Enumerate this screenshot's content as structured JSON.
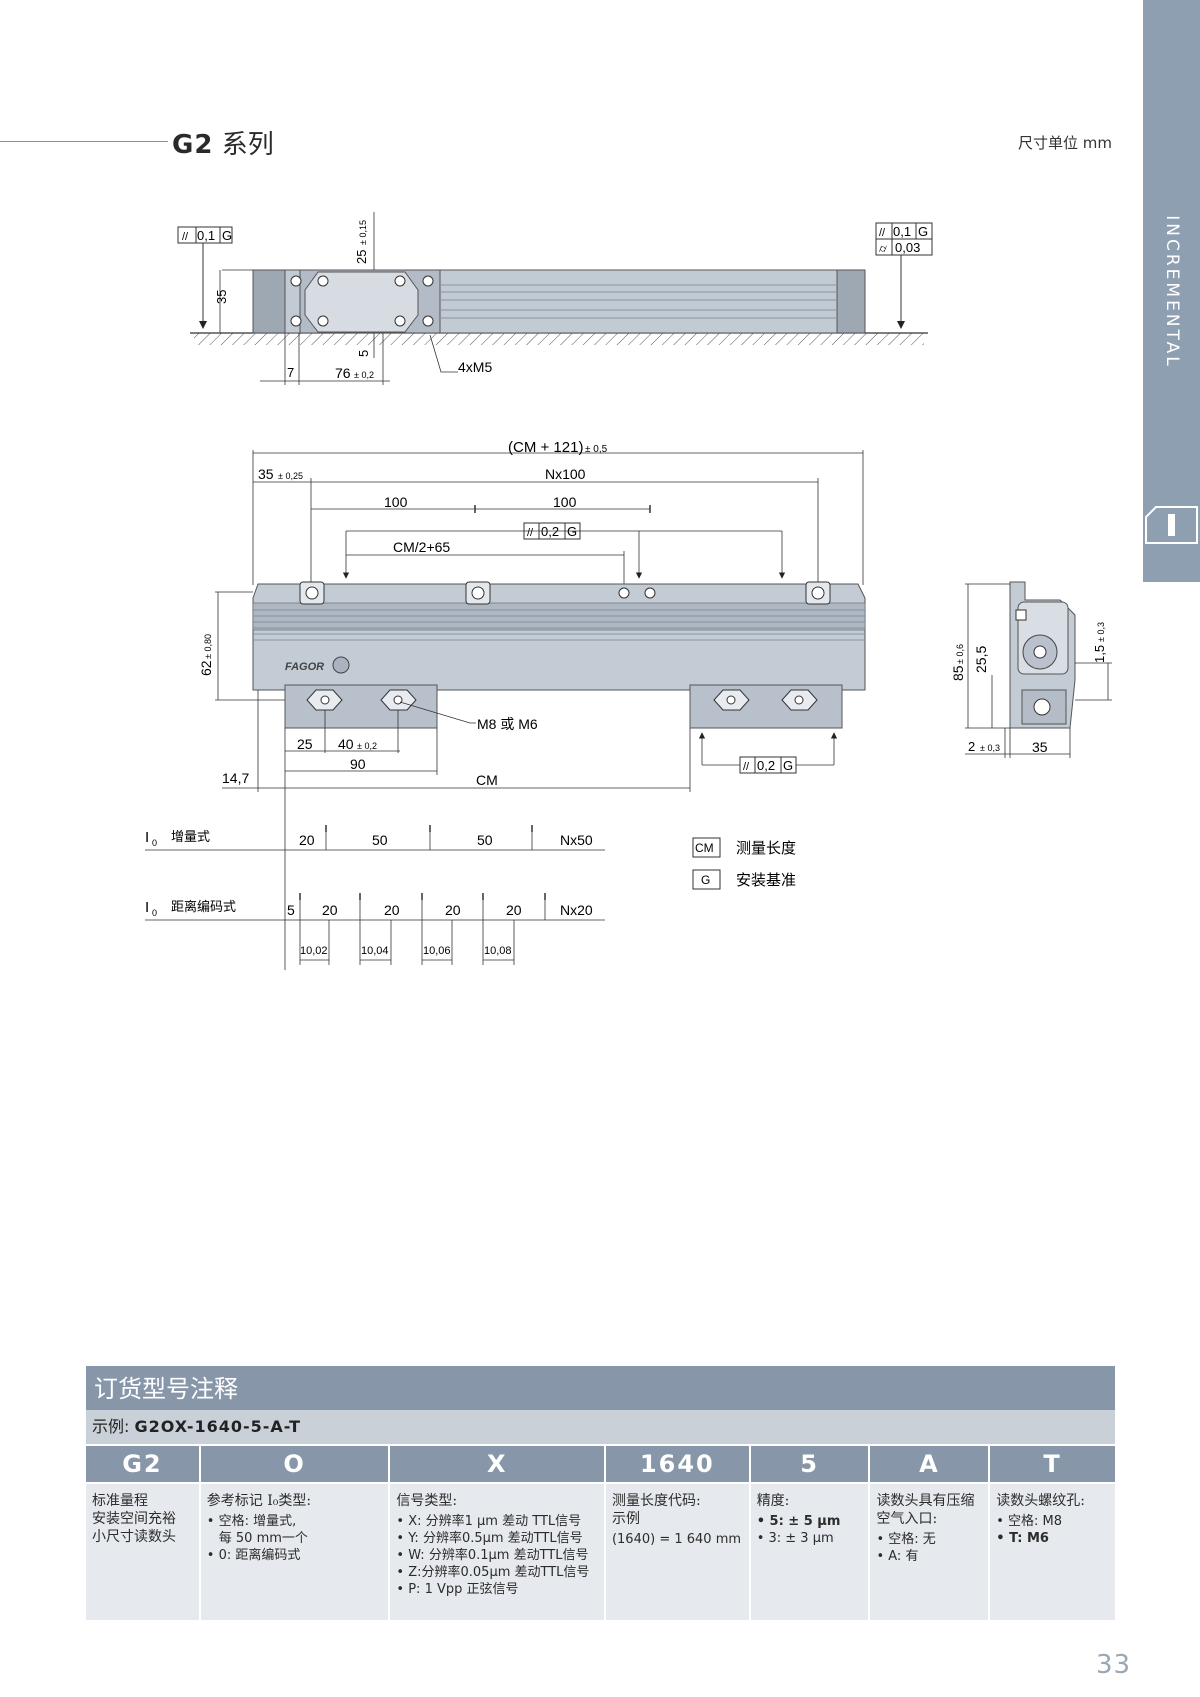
{
  "header": {
    "series_prefix": "G2",
    "series_suffix": "系列",
    "unit": "尺寸单位 mm"
  },
  "side_tab": {
    "label": "INCREMENTAL",
    "letter": "I",
    "color": "#8d9fb1"
  },
  "top_view": {
    "tol_left_1": "0,1",
    "tol_left_ref": "G",
    "tol_right_1": "0,1",
    "tol_right_ref": "G",
    "tol_right_2": "0,03",
    "dim_height": "35",
    "dim_25": "25",
    "dim_25_tol": "± 0,15",
    "dim_5": "5",
    "dim_7": "7",
    "dim_76": "76",
    "dim_76_tol": "± 0,2",
    "label_screws": "4xM5"
  },
  "front_view": {
    "dim_total": "(CM + 121)",
    "dim_total_tol": "± 0,5",
    "dim_35": "35",
    "dim_35_tol": "± 0,25",
    "dim_nx100": "Nx100",
    "dim_100a": "100",
    "dim_100b": "100",
    "tol_mid_val": "0,2",
    "tol_mid_ref": "G",
    "dim_cm2": "CM/2+65",
    "dim_62": "62",
    "dim_62_tol": "± 0,80",
    "brand": "FAGOR",
    "label_m8": "M8 或 M6",
    "dim_25b": "25",
    "dim_40": "40",
    "dim_40_tol": "± 0,2",
    "dim_90": "90",
    "dim_147": "14,7",
    "dim_cm": "CM",
    "tol_bottom_val": "0,2",
    "tol_bottom_ref": "G"
  },
  "side_view": {
    "dim_85": "85",
    "dim_85_tol": "± 0,6",
    "dim_255": "25,5",
    "dim_15": "1,5",
    "dim_15_tol": "± 0,3",
    "dim_2": "2",
    "dim_2_tol": "± 0,3",
    "dim_35": "35"
  },
  "ref_marks": {
    "incremental_label": "I",
    "incremental_sub": "0",
    "incremental_name": "增量式",
    "inc_values": [
      "20",
      "50",
      "50",
      "Nx50"
    ],
    "coded_label": "I",
    "coded_sub": "0",
    "coded_name": "距离编码式",
    "coded_values": [
      "5",
      "20",
      "20",
      "20",
      "20",
      "Nx20"
    ],
    "coded_sub_values": [
      "10,02",
      "10,04",
      "10,06",
      "10,08"
    ]
  },
  "legend": [
    {
      "code": "CM",
      "text": "测量长度"
    },
    {
      "code": "G",
      "text": "安装基准"
    }
  ],
  "order": {
    "title": "订货型号注释",
    "example_prefix": "示例:",
    "example_code": "G2OX-1640-5-A-T",
    "codes": [
      "G2",
      "O",
      "X",
      "1640",
      "5",
      "A",
      "T"
    ],
    "col_g2": {
      "lines": [
        "标准量程",
        "安装空间充裕",
        "小尺寸读数头"
      ]
    },
    "col_o": {
      "title": "参考标记 I₀类型:",
      "items": [
        "空格: 增量式,",
        "0: 距离编码式"
      ],
      "indent": "每 50 mm一个"
    },
    "col_x": {
      "title": "信号类型:",
      "items": [
        "X: 分辨率1 µm 差动 TTL信号",
        "Y: 分辨率0.5µm 差动TTL信号",
        "W: 分辨率0.1µm 差动TTL信号",
        "Z:分辨率0.05µm 差动TTL信号",
        "P: 1 Vpp 正弦信号"
      ]
    },
    "col_1640": {
      "title": "测量长度代码:",
      "line1": "示例",
      "line2": "(1640) = 1 640 mm"
    },
    "col_5": {
      "title": "精度:",
      "items": [
        "5: ± 5 µm",
        "3: ± 3 µm"
      ]
    },
    "col_a": {
      "title": "读数头具有压缩",
      "title2": "空气入口:",
      "items": [
        "空格: 无",
        "A: 有"
      ]
    },
    "col_t": {
      "title": "读数头螺纹孔:",
      "items": [
        "空格: M8",
        "T: M6"
      ]
    }
  },
  "page_number": "33"
}
